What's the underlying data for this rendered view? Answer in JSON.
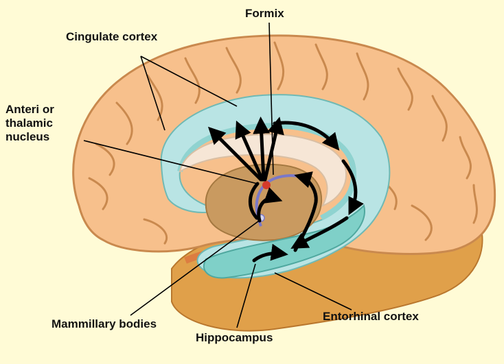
{
  "labels": {
    "formix": "Formix",
    "cingulate_cortex": "Cingulate cortex",
    "anterior_thalamic_nucleus": [
      "Anteri or",
      "thalamic",
      "nucleus"
    ],
    "mammillary_bodies": "Mammillary bodies",
    "hippocampus": "Hippocampus",
    "entorhinal_cortex": "Entorhinal cortex"
  },
  "colors": {
    "background": "#fffbd6",
    "cortex": "#f7c08c",
    "cortex_outline": "#c9894e",
    "cingulate": "#b9e4e4",
    "cingulate_inner": "#8fd3d0",
    "corpus_callosum": "#f6e6d6",
    "thalamus": "#c99a60",
    "temporal_lobe": "#e0a04a",
    "arrows": "#000000",
    "fornix_stroke": "#7a78c8",
    "nucleus": "#d43a2a"
  },
  "icons": {
    "circuit_arrows": "black curved arrows showing the Papez circuit",
    "mammillary_body": "small round body"
  }
}
